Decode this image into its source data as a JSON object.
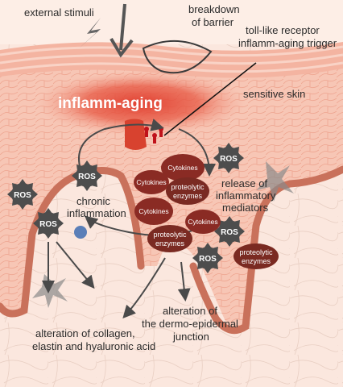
{
  "labels": {
    "external_stimuli": "external stimuli",
    "breakdown_line1": "breakdown",
    "breakdown_line2": "of barrier",
    "tlr_line1": "toll-like receptor",
    "tlr_line2": "inflamm-aging trigger",
    "inflamm_aging": "inflamm-aging",
    "sensitive_skin": "sensitive skin",
    "chronic_line1": "chronic",
    "chronic_line2": "inflammation",
    "release_line1": "release of",
    "release_line2": "inflammatory",
    "release_line3": "mediators",
    "dej_line1": "alteration of",
    "dej_line2": "the dermo-epidermal",
    "dej_line3": "junction",
    "collagen_line1": "alteration of collagen,",
    "collagen_line2": "elastin and hyaluronic acid"
  },
  "ros_label": "ROS",
  "cytokines_label": "Cytokines",
  "proteolytic_line1": "proteolytic",
  "proteolytic_line2": "enzymes",
  "colors": {
    "background": "#fde9df",
    "epidermis": "#f6c3b2",
    "inflammation": "#e03a2c",
    "ros": "#4d4d4d",
    "mediator": "#8a2b24",
    "dermal_papilla": "#c9715b"
  }
}
